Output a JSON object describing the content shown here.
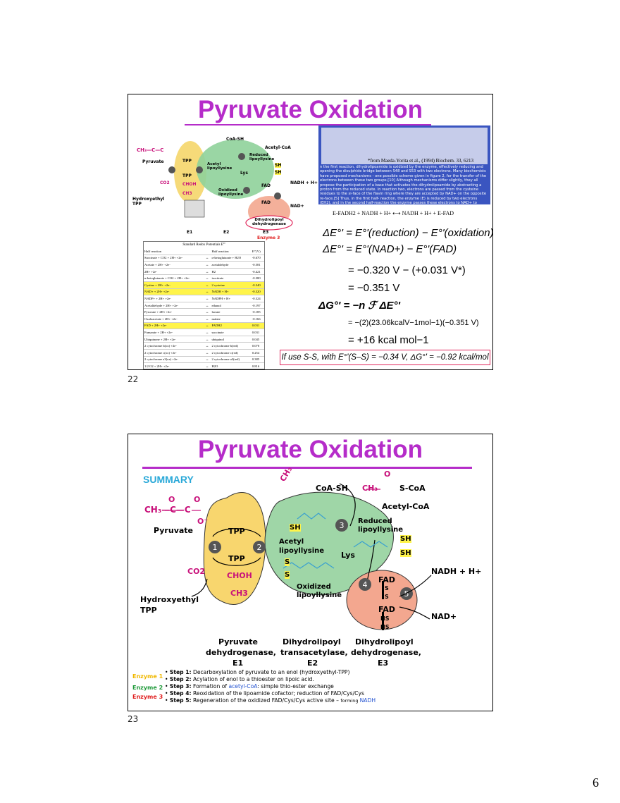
{
  "doc_page_number": "6",
  "slides": [
    {
      "number": "22",
      "title": "Pyruvate Oxidation",
      "diagram": {
        "pyruvate": "Pyruvate",
        "hydroxyethyl": "Hydroxyethyl TPP",
        "tpp": "TPP",
        "co2": "CO2",
        "choh": "CHOH",
        "ch3": "CH3",
        "coash": "CoA-SH",
        "acetylcoa": "Acetyl-CoA",
        "acetyl_lipo": "Acetyl lipoyllysine",
        "reduced_lipo": "Reduced lipoyllysine",
        "oxidized_lipo": "Oxidized lipoyllysine",
        "lys": "Lys",
        "sh": "SH",
        "fad": "FAD",
        "nadh": "NADH + H+",
        "nad": "NAD+",
        "dh_label": "Dihydrolipoyl dehydrogenase",
        "enzyme3": "Enzyme 3",
        "e1": "E1",
        "e2": "E2",
        "e3": "E3"
      },
      "abstract": {
        "cite": "*from Maeda-Yorita et al., (1994) Biochem. 33, 6213",
        "text": "n the first reaction, dihydrolipoamide is oxidized by the enzyme, effectively reducing and opening the disulphide bridge between S48 and S53 with two electrons. Many biochemists have proposed mechanisms - one possible scheme given in figure 2, for the transfer of the electrons between these two groups.[10] Although mechanisms differ slightly, they all propose the participation of a base that activates the dihydrolipoamide by abstracting a proton from the reduced state. In reaction two, electrons are passed from the cysteine residues to the si-face of the flavin ring where they are accepted by NAD+ on the opposite re-face.[5] Thus, in the first half- reaction, the enzyme (E) is reduced by two electrons (EH2), and in the second half-reaction the enzyme passes these electrons to NAD+ to produce NADH and E."
      },
      "reaction_line": "E-FADH2 + NADH + H+ ⟷ NADH + H+ + E-FAD",
      "table": {
        "caption": "Standard Redox Potentials E°'",
        "headers": [
          "Half reaction",
          "",
          "Half reaction",
          "E°'(V)"
        ],
        "rows": [
          [
            "Succinate + CO2 + 2H+ +2e-",
            "↔",
            "α-ketoglutarate + H2O",
            "-0.670",
            false
          ],
          [
            "Acetate + 2H+ +2e-",
            "↔",
            "acetaldehyde",
            "-0.581",
            false
          ],
          [
            "2H+ +2e-",
            "↔",
            "H2",
            "-0.421",
            false
          ],
          [
            "α-ketoglutarate + CO2 + 2H+ +2e-",
            "↔",
            "isocitrate",
            "-0.380",
            false
          ],
          [
            "Cystine + 2H+ +2e-",
            "↔",
            "2 cysteine",
            "-0.340",
            true
          ],
          [
            "NAD+ + 2H+ +2e-",
            "↔",
            "NADH + H+",
            "-0.320",
            true
          ],
          [
            "NADP+ + 2H+ +2e-",
            "↔",
            "NADPH + H+",
            "-0.324",
            false
          ],
          [
            "Acetaldehyde + 2H+ +2e-",
            "↔",
            "ethanol",
            "-0.197",
            false
          ],
          [
            "Pyruvate + 2H+ +2e-",
            "↔",
            "lactate",
            "-0.185",
            false
          ],
          [
            "Oxaloacetate + 2H+ +2e-",
            "↔",
            "malate",
            "-0.166",
            false
          ],
          [
            "FAD + 2H+ +2e-",
            "↔",
            "FADH2",
            "0.031",
            true
          ],
          [
            "Fumarate + 2H+ +2e-",
            "↔",
            "succinate",
            "0.031",
            false
          ],
          [
            "Ubiquinone + 2H+ +2e-",
            "↔",
            "ubiquinol",
            "0.045",
            false
          ],
          [
            "2 cytochrome b(ox) +2e-",
            "↔",
            "2 cytochrome b(red)",
            "0.070",
            false
          ],
          [
            "2 cytochrome c(ox) +2e-",
            "↔",
            "2 cytochrome c(red)",
            "0.254",
            false
          ],
          [
            "2 cytochrome a3(ox) +2e-",
            "↔",
            "2 cytochrome a3(red)",
            "0.385",
            false
          ],
          [
            "1/2 O2 + 2H+ +2e-",
            "↔",
            "H2O",
            "0.816",
            false
          ]
        ]
      },
      "equations": {
        "eq1": "ΔE°' = E°'(reduction) − E°'(oxidation)",
        "eq2": "ΔE°' = E°'(NAD+) − E°'(FAD)",
        "eq3": "= −0.320 V − (+0.031 V*)",
        "eq4": "=  −0.351 V",
        "eq5": "ΔG°' = −n ℱ ΔE°'",
        "eq6": "= −(2)(23.06kcalV−1mol−1)(−0.351 V)",
        "eq7": "= +16 kcal mol−1",
        "note": "If use S-S, with E°'(S–S) = −0.34 V, ΔG°' = −0.92 kcal/mol"
      }
    },
    {
      "number": "23",
      "title": "Pyruvate Oxidation",
      "summary": "SUMMARY",
      "diagram": {
        "pyruvate": "Pyruvate",
        "tpp": "TPP",
        "co2": "CO2",
        "choh": "CHOH",
        "ch3": "CH3",
        "hydroxyethyl": "Hydroxyethyl",
        "hydroxyethyl2": "TPP",
        "coash": "CoA-SH",
        "acetylcoa": "Acetyl-CoA",
        "acetyl_lipo1": "Acetyl",
        "acetyl_lipo2": "lipoyllysine",
        "reduced_lipo1": "Reduced",
        "reduced_lipo2": "lipoyllysine",
        "oxidized_lipo1": "Oxidized",
        "oxidized_lipo2": "lipoyllysine",
        "lys": "Lys",
        "sh": "SH",
        "s": "S",
        "fad": "FAD",
        "nadh": "NADH + H+",
        "nad": "NAD+",
        "hs": "HS",
        "e1_name1": "Pyruvate",
        "e1_name2": "dehydrogenase,",
        "e1": "E1",
        "e2_name1": "Dihydrolipoyl",
        "e2_name2": "transacetylase,",
        "e2": "E2",
        "e3_name1": "Dihydrolipoyl",
        "e3_name2": "dehydrogenase,",
        "e3": "E3"
      },
      "enzymes": {
        "enz1": "Enzyme 1",
        "enz2": "Enzyme 2",
        "enz3": "Enzyme 3",
        "enz1_color": "#f0b800",
        "enz2_color": "#1f9a3a",
        "enz3_color": "#e01e1e"
      },
      "steps": [
        {
          "label": "Step 1:",
          "text": "Decarboxylation of pyruvate to an enol (hydroxyethyl-TPP)"
        },
        {
          "label": "Step 2:",
          "text": "Acylation of enol to a thioester on lipoic acid."
        },
        {
          "label": "Step 3:",
          "text": "Formation of ",
          "link": "acetyl-CoA",
          "after": ":  simple thio-ester exchange"
        },
        {
          "label": "Step 4:",
          "text": "Reoxidation of the lipoamide cofactor; reduction of FAD/Cys/Cys"
        },
        {
          "label": "Step 5:",
          "text": "Regeneration of the oxidized FAD/Cys/Cys active site – ",
          "small": "forming ",
          "link": "NADH"
        }
      ]
    }
  ]
}
